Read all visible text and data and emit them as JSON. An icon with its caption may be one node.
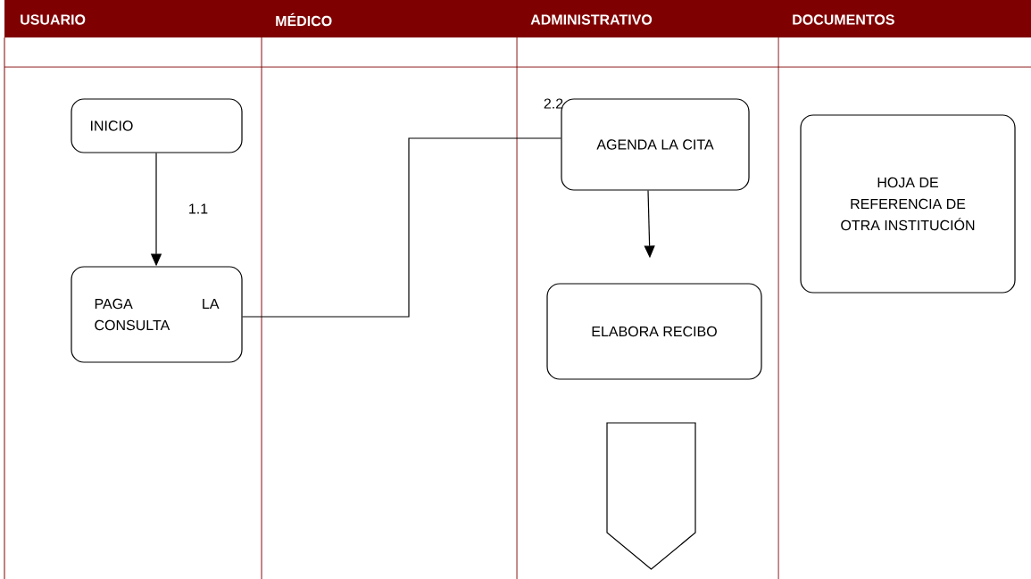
{
  "diagram": {
    "nodes": [
      {
        "text": [
          "INICIO"
        ]
      },
      {
        "text": [
          "PAGA LA CONSULTA"
        ]
      },
      {
        "text": [
          "AGENDA LA CITA"
        ]
      },
      {
        "text": [
          "ELABORA RECIBO"
        ]
      },
      {
        "text": [
          "HOJA DE REFERENCIA DE OTRA INSTITUCIÓN"
        ]
      },
      {
        "text": [],
        "shape": "pentagon"
      }
    ],
    "edges": [
      {
        "from": 0,
        "to": 1,
        "arrow": "to"
      },
      {
        "from": 1,
        "to": 2,
        "arrow": "none"
      },
      {
        "from": 2,
        "to": 3,
        "arrow": "to"
      }
    ],
    "labels": [
      "USUARIO",
      "MÉDICO",
      "ADMINISTRATIVO",
      "DOCUMENTOS",
      "2.2",
      "1.1"
    ]
  }
}
